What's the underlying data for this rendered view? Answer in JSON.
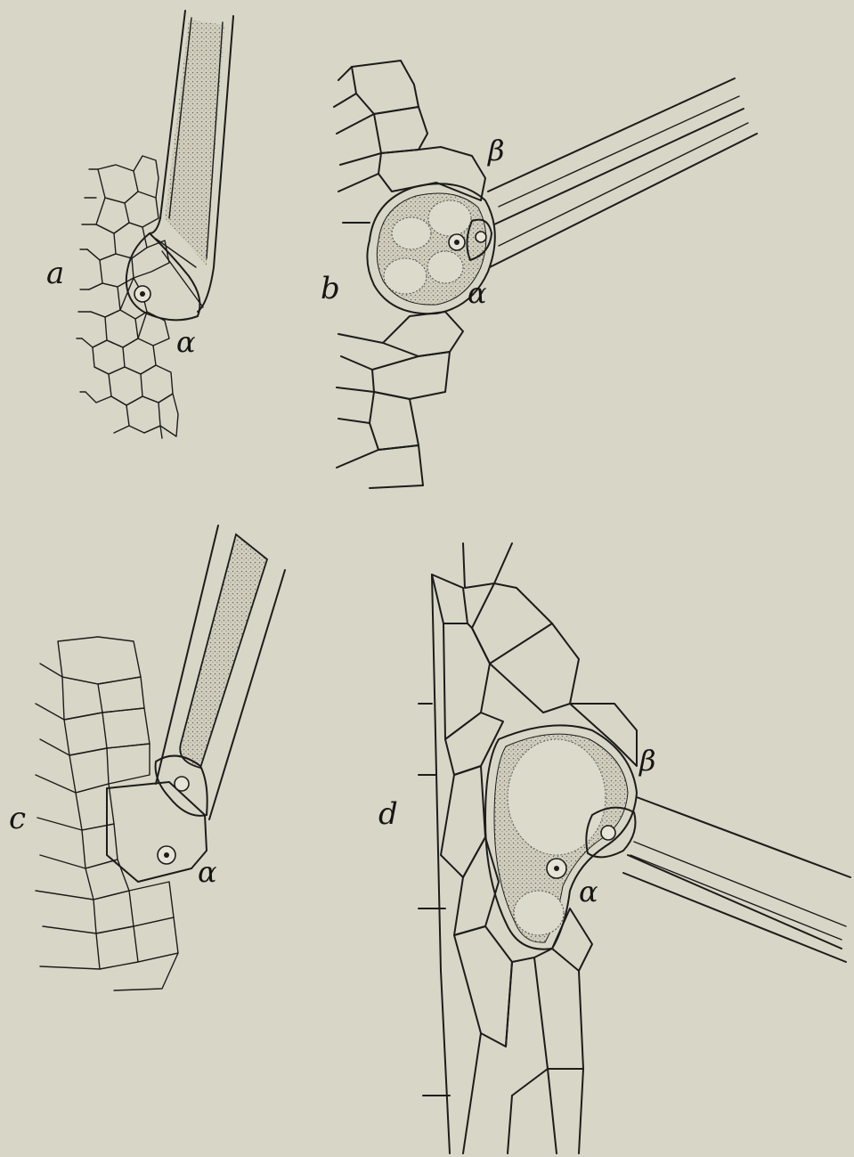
{
  "figure": {
    "panels": [
      {
        "id": "a",
        "label": "a",
        "markers": [
          "α"
        ]
      },
      {
        "id": "b",
        "label": "b",
        "markers": [
          "β",
          "α"
        ]
      },
      {
        "id": "c",
        "label": "c",
        "markers": [
          "α"
        ]
      },
      {
        "id": "d",
        "label": "d",
        "markers": [
          "β",
          "α"
        ]
      }
    ]
  },
  "colors": {
    "paper": "#d8d6c6",
    "ink": "#1c1c1c",
    "stipple": "#cfcbbb"
  }
}
